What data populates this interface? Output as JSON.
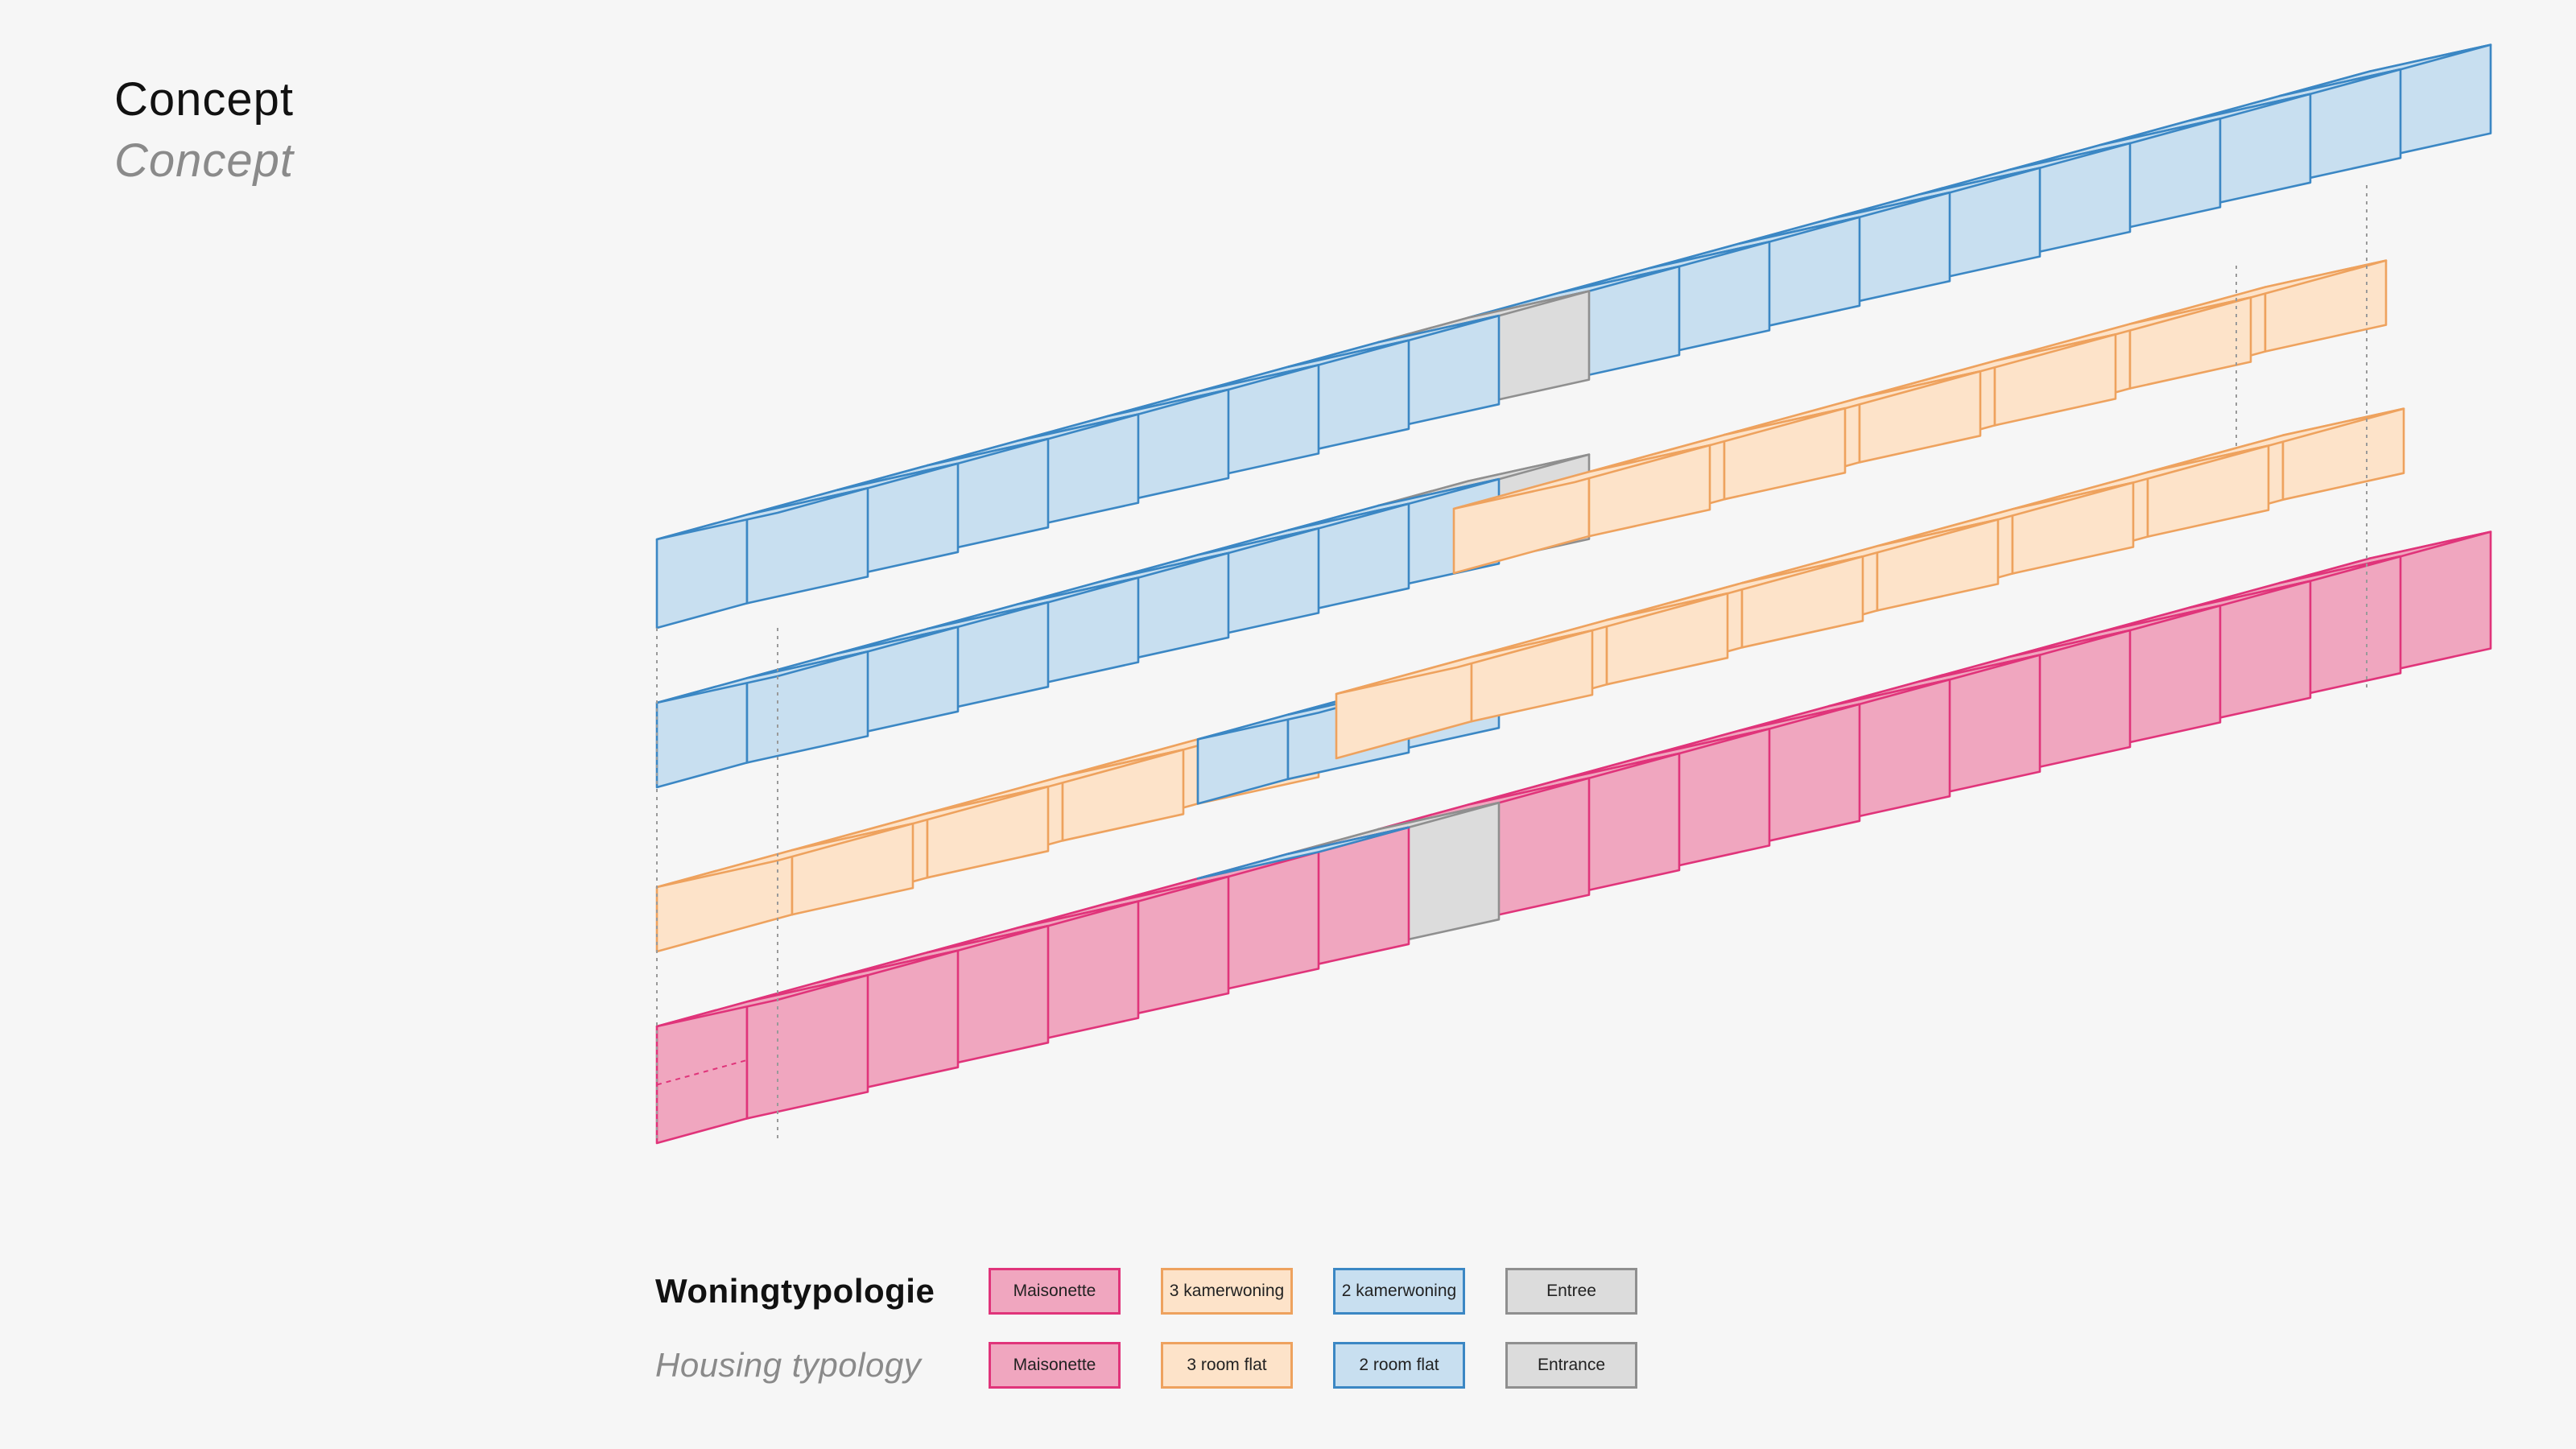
{
  "title": {
    "main": "Concept",
    "sub": "Concept"
  },
  "legend": {
    "heading_nl": "Woningtypologie",
    "heading_en": "Housing typology",
    "items": [
      {
        "key": "maisonette",
        "nl": "Maisonette",
        "en": "Maisonette",
        "fill": "#f0a6bf",
        "stroke": "#e0347a"
      },
      {
        "key": "room3",
        "nl": "3 kamerwoning",
        "en": "3 room flat",
        "fill": "#fde3c9",
        "stroke": "#eea25e"
      },
      {
        "key": "room2",
        "nl": "2 kamerwoning",
        "en": "2 room flat",
        "fill": "#c8dff0",
        "stroke": "#3b87c4"
      },
      {
        "key": "entrance",
        "nl": "Entree",
        "en": "Entrance",
        "fill": "#dcdcdc",
        "stroke": "#8f8f8f"
      }
    ]
  }
}
